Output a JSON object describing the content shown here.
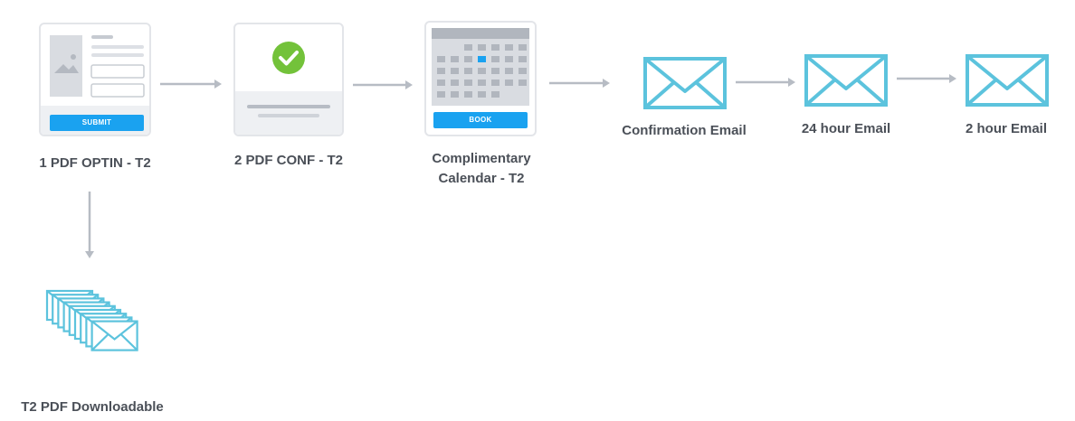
{
  "steps": [
    {
      "label": "1 PDF OPTIN - T2",
      "button": "SUBMIT"
    },
    {
      "label": "2 PDF CONF - T2"
    },
    {
      "label_line1": "Complimentary",
      "label_line2": "Calendar - T2",
      "button": "BOOK"
    }
  ],
  "emails": [
    {
      "label": "Confirmation Email"
    },
    {
      "label": "24 hour Email"
    },
    {
      "label": "2 hour Email"
    }
  ],
  "downloadable": {
    "label": "T2 PDF Downloadable"
  },
  "colors": {
    "accent": "#1aa2f0",
    "envelope": "#5cc3dd",
    "check": "#73c23a",
    "arrow": "#b7bcc4",
    "placeholder": "#d9dce1",
    "text": "#4b5058"
  }
}
